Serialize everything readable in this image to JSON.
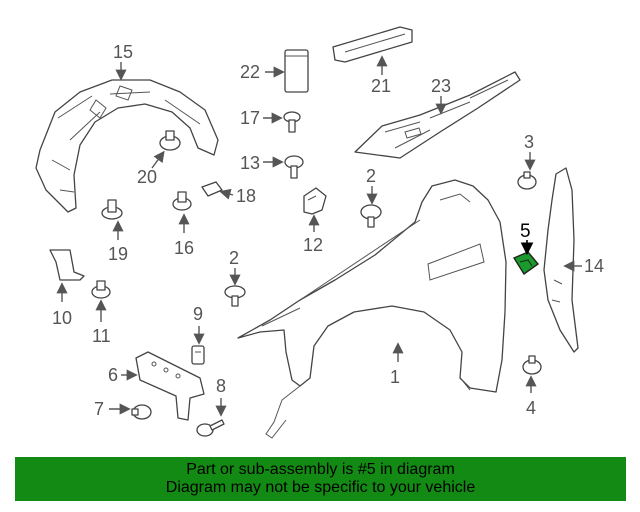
{
  "diagram": {
    "highlight_color": "#1a9a2a",
    "labels": {
      "p1": "1",
      "p2a": "2",
      "p2b": "2",
      "p3": "3",
      "p4": "4",
      "p5": "5",
      "p6": "6",
      "p7": "7",
      "p8": "8",
      "p9": "9",
      "p10": "10",
      "p11": "11",
      "p12": "12",
      "p13": "13",
      "p14": "14",
      "p15": "15",
      "p16": "16",
      "p17": "17",
      "p18": "18",
      "p19": "19",
      "p20": "20",
      "p21": "21",
      "p22": "22",
      "p23": "23"
    }
  },
  "banner": {
    "line1": "Part or sub-assembly is #5 in diagram",
    "line2": "Diagram may not be specific to your vehicle",
    "background": "#138a13"
  }
}
